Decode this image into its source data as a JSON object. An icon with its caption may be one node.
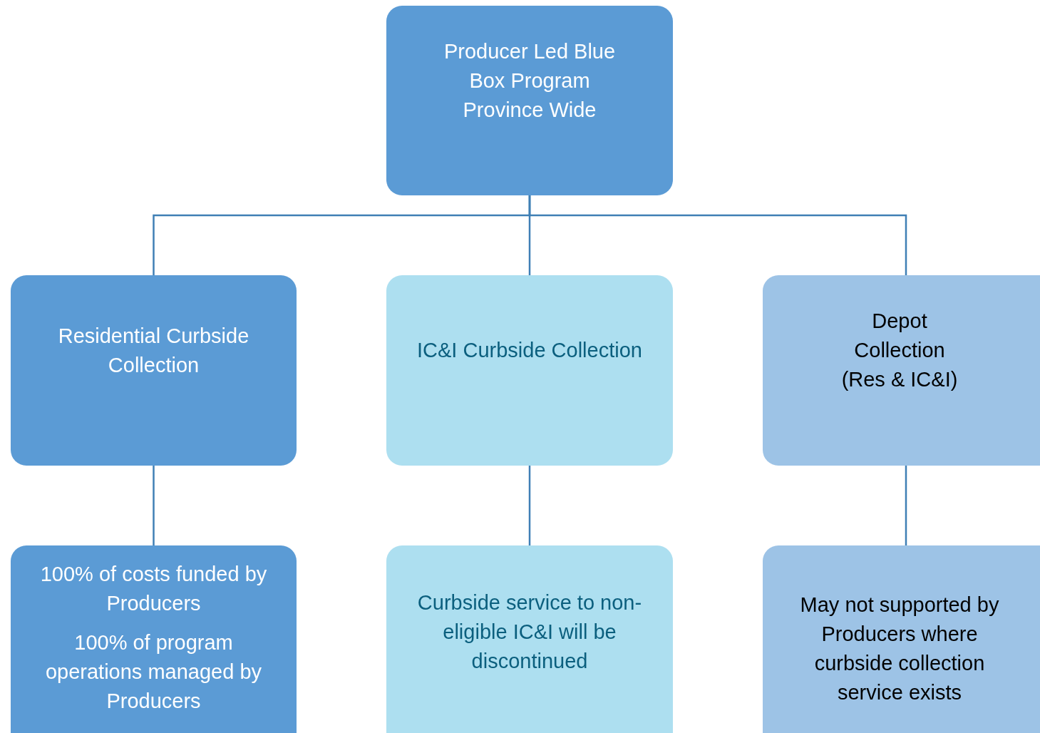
{
  "diagram": {
    "nodes": [
      {
        "text": [
          "Producer Led Blue Box Program Province Wide"
        ]
      },
      {
        "text": [
          "Residential Curbside Collection"
        ]
      },
      {
        "text": [
          "IC&I Curbside Collection"
        ]
      },
      {
        "text": [
          "Depot Collection (Res & IC&I)"
        ]
      },
      {
        "text": [
          "100% of costs funded by Producers",
          "100% of program operations managed by Producers"
        ]
      },
      {
        "text": [
          "Curbside service to non-eligible IC&I will be discontinued"
        ]
      },
      {
        "text": [
          "May not supported by Producers where curbside collection service exists"
        ]
      }
    ],
    "edges": [
      {
        "from": 0,
        "to": 1,
        "arrow": "none"
      },
      {
        "from": 0,
        "to": 2,
        "arrow": "none"
      },
      {
        "from": 0,
        "to": 3,
        "arrow": "none"
      },
      {
        "from": 1,
        "to": 4,
        "arrow": "none"
      },
      {
        "from": 2,
        "to": 5,
        "arrow": "none"
      },
      {
        "from": 3,
        "to": 6,
        "arrow": "none"
      }
    ]
  }
}
